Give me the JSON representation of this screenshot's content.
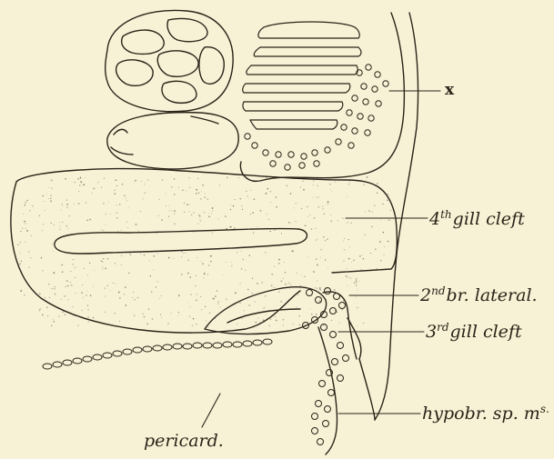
{
  "figure": {
    "labels": {
      "x": "x",
      "gill4_sup": "th",
      "gill4_text": "gill cleft",
      "gill4_num": "4",
      "br2_num": "2",
      "br2_sup": "nd",
      "br2_text": "br. lateral.",
      "gill3_num": "3",
      "gill3_sup": "rd",
      "gill3_text": "gill cleft",
      "hypobr_text": "hypobr. sp. m",
      "hypobr_sup": "s.",
      "pericard": "pericard."
    },
    "colors": {
      "paper": "#f7f1d6",
      "ink": "#2b2418",
      "stipple": "#6b6250"
    }
  }
}
